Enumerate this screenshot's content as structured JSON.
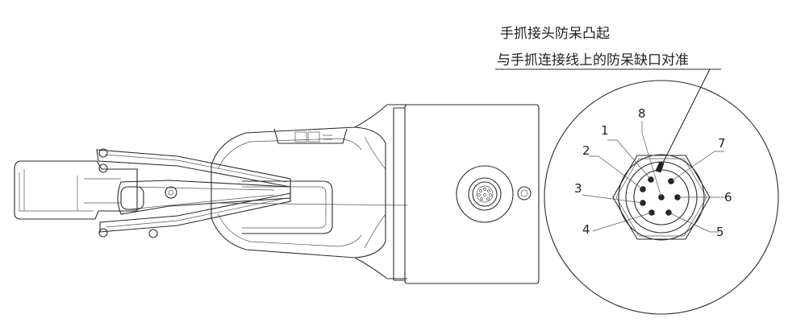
{
  "annotation": {
    "line1": "手抓接头防呆凸起",
    "line2": "与手抓连接线上的防呆缺口对准"
  },
  "pins": [
    {
      "label": "1"
    },
    {
      "label": "2"
    },
    {
      "label": "3"
    },
    {
      "label": "4"
    },
    {
      "label": "5"
    },
    {
      "label": "6"
    },
    {
      "label": "7"
    },
    {
      "label": "8"
    }
  ]
}
